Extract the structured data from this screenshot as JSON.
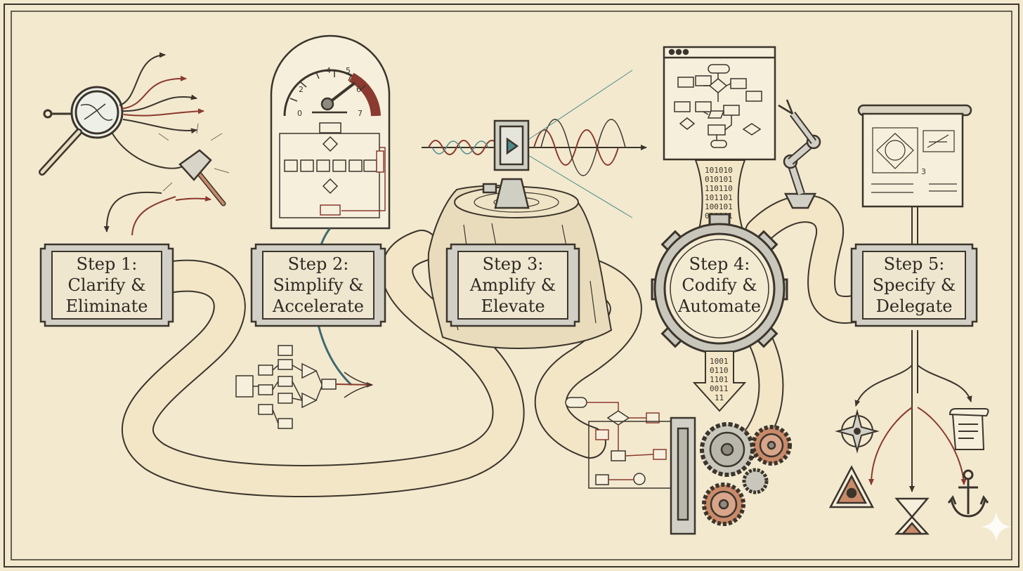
{
  "steps": [
    {
      "title": "Step 1:",
      "line1": "Clarify &",
      "line2": "Eliminate"
    },
    {
      "title": "Step 2:",
      "line1": "Simplify &",
      "line2": "Accelerate"
    },
    {
      "title": "Step 3:",
      "line1": "Amplify &",
      "line2": "Elevate"
    },
    {
      "title": "Step 4:",
      "line1": "Codify &",
      "line2": "Automate"
    },
    {
      "title": "Step 5:",
      "line1": "Specify &",
      "line2": "Delegate"
    }
  ],
  "gauge": {
    "ticks": [
      "0",
      "2",
      "4",
      "5",
      "6",
      "7"
    ]
  },
  "binary": {
    "upper": [
      "101010",
      "010101",
      "110110",
      "101101",
      "100101",
      "010101"
    ],
    "lower": [
      "1001",
      "0110",
      "1101",
      "0011",
      "11"
    ]
  },
  "blueprint_number": "3",
  "colors": {
    "paper": "#f3e9cf",
    "ink": "#3b352c",
    "accent_red": "#8a3a2e",
    "accent_teal": "#4d8c8c",
    "copper": "#c98a6a"
  },
  "icons": [
    "magnifier-icon",
    "axe-icon",
    "speedometer-icon",
    "flowchart-icon",
    "signal-amplifier-icon",
    "wave-icon",
    "tree-stump-icon",
    "browser-window-icon",
    "robotic-arm-icon",
    "gear-icon",
    "binary-arrow-icon",
    "gears-cluster-icon",
    "blueprint-easel-icon",
    "compass-rose-icon",
    "scroll-icon",
    "triangle-eye-icon",
    "hourglass-icon",
    "anchor-icon",
    "sparkle-icon"
  ]
}
